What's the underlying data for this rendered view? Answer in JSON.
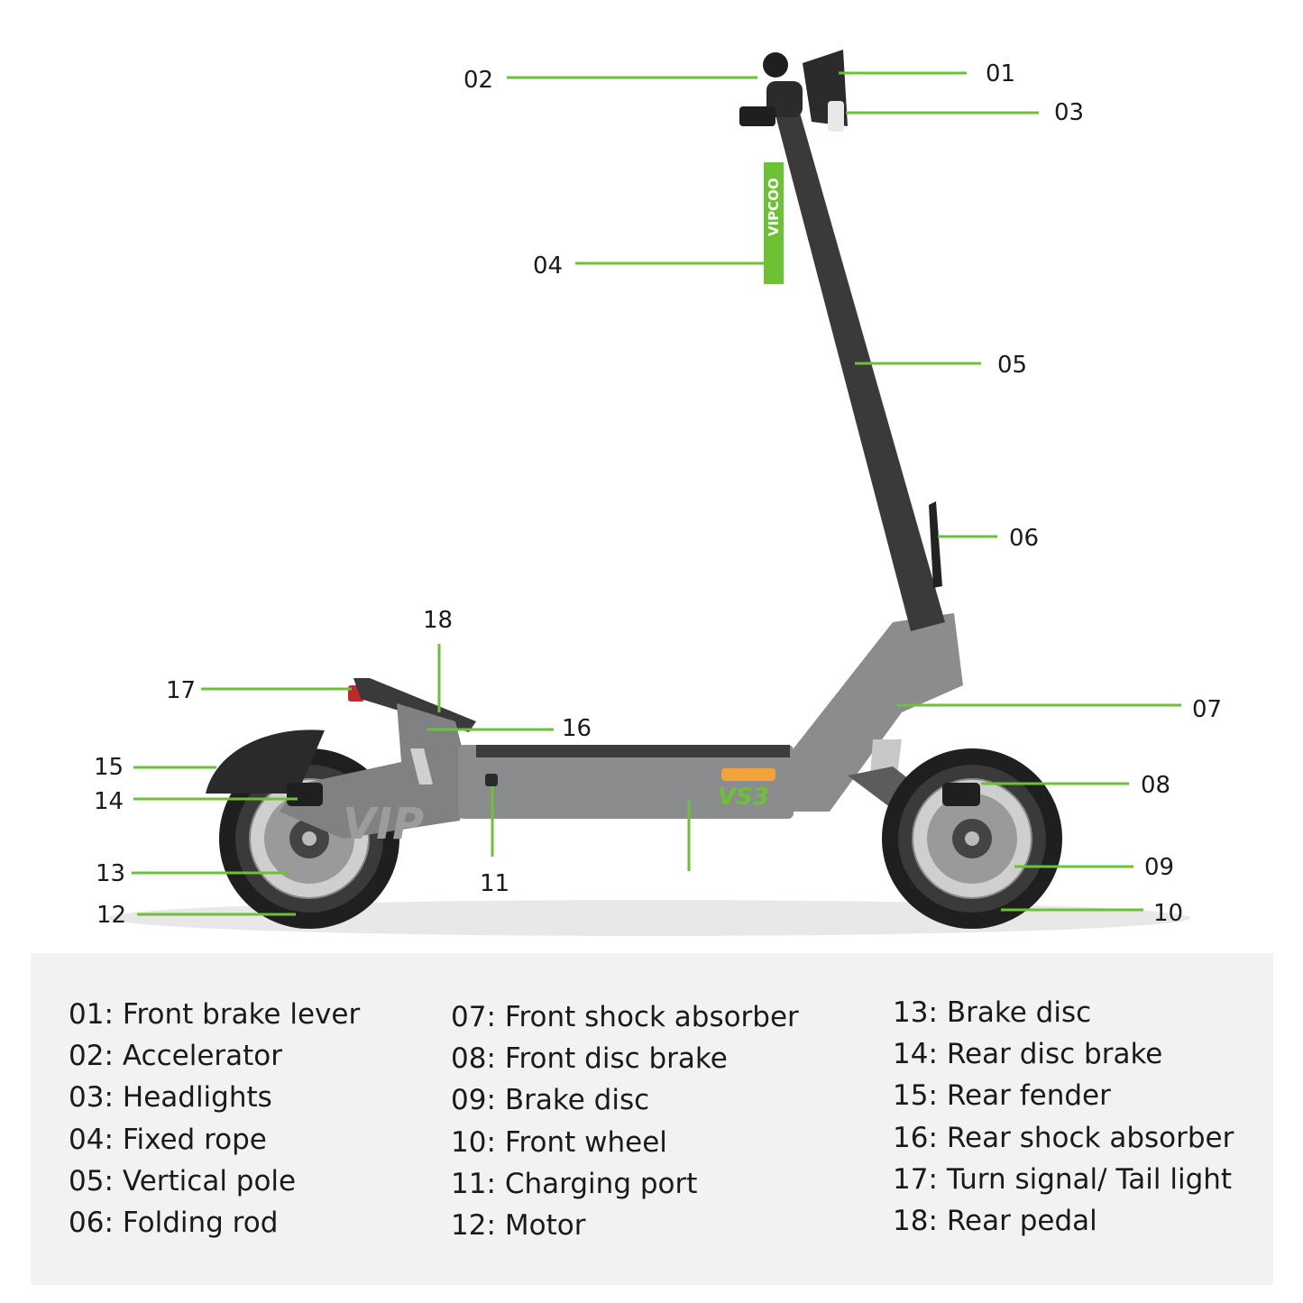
{
  "brand": {
    "rope_text": "VIPCOO",
    "deck_badge": "VS3",
    "swingarm_text": "VIP",
    "accent_color": "#6dc234",
    "frame_color": "#8a8c8e",
    "dark_color": "#2b2b2b"
  },
  "callouts": [
    {
      "id": "01"
    },
    {
      "id": "02"
    },
    {
      "id": "03"
    },
    {
      "id": "04"
    },
    {
      "id": "05"
    },
    {
      "id": "06"
    },
    {
      "id": "07"
    },
    {
      "id": "08"
    },
    {
      "id": "09"
    },
    {
      "id": "10"
    },
    {
      "id": "11"
    },
    {
      "id": "12"
    },
    {
      "id": "13"
    },
    {
      "id": "14"
    },
    {
      "id": "15"
    },
    {
      "id": "16"
    },
    {
      "id": "17"
    },
    {
      "id": "18"
    }
  ],
  "legend": {
    "columns": [
      [
        {
          "num": "01:",
          "label": "Front brake lever"
        },
        {
          "num": "02:",
          "label": "Accelerator"
        },
        {
          "num": "03:",
          "label": "Headlights"
        },
        {
          "num": "04:",
          "label": "Fixed rope"
        },
        {
          "num": "05:",
          "label": "Vertical pole"
        },
        {
          "num": "06:",
          "label": "Folding rod"
        }
      ],
      [
        {
          "num": "07:",
          "label": "Front shock absorber"
        },
        {
          "num": "08:",
          "label": "Front disc brake"
        },
        {
          "num": "09:",
          "label": "Brake disc"
        },
        {
          "num": "10:",
          "label": "Front wheel"
        },
        {
          "num": "11:",
          "label": "Charging port"
        },
        {
          "num": "12:",
          "label": "Motor"
        }
      ],
      [
        {
          "num": "13:",
          "label": "Brake disc"
        },
        {
          "num": "14:",
          "label": "Rear disc brake"
        },
        {
          "num": "15:",
          "label": "Rear fender"
        },
        {
          "num": "16:",
          "label": "Rear shock absorber"
        },
        {
          "num": "17:",
          "label": "Turn signal/ Tail light"
        },
        {
          "num": "18:",
          "label": "Rear pedal"
        }
      ]
    ]
  }
}
